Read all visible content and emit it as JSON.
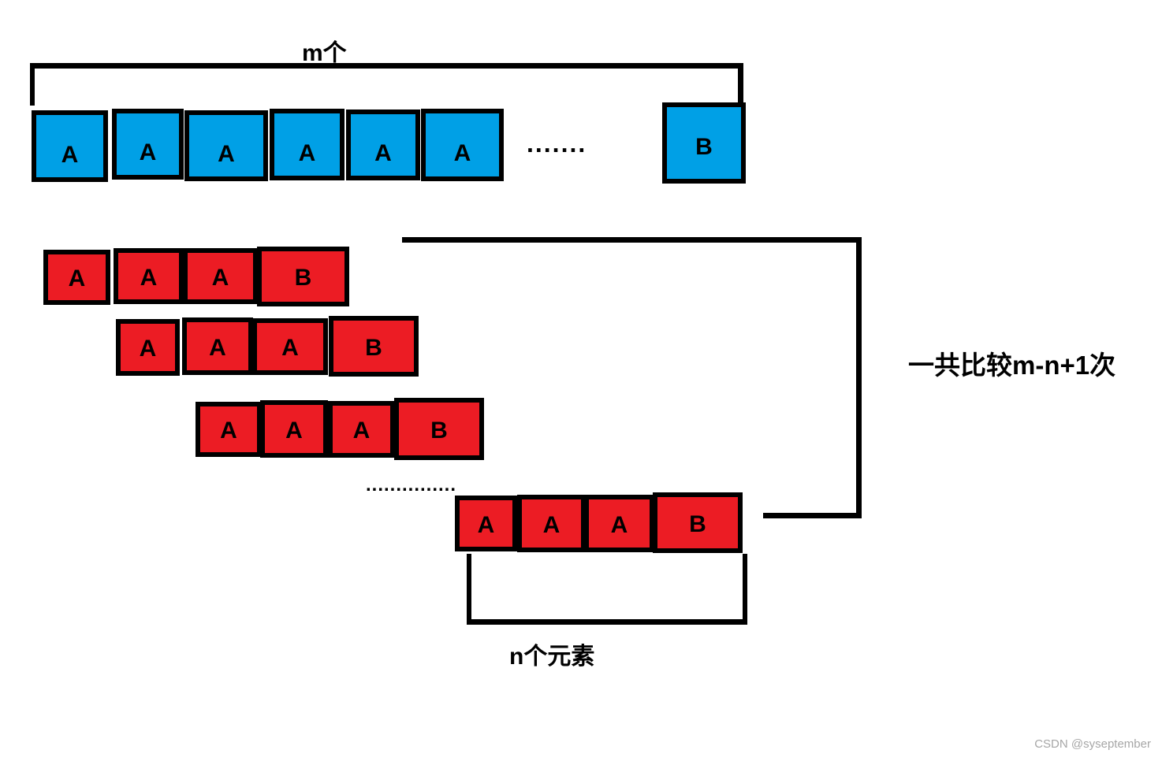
{
  "colors": {
    "array_box_blue": "#00A0E6",
    "pattern_box_red": "#EC1C24",
    "line_black": "#000000",
    "watermark_gray": "#a6a6a6"
  },
  "top_section": {
    "bracket_label": "m个",
    "boxes": [
      "A",
      "A",
      "A",
      "A",
      "A",
      "A"
    ],
    "ellipsis": ".......",
    "tail_box": "B"
  },
  "pattern_rows": [
    {
      "cells": [
        "A",
        "A",
        "A",
        "B"
      ]
    },
    {
      "cells": [
        "A",
        "A",
        "A",
        "B"
      ]
    },
    {
      "cells": [
        "A",
        "A",
        "A",
        "B"
      ]
    },
    {
      "cells": [
        "A",
        "A",
        "A",
        "B"
      ]
    }
  ],
  "rows_ellipsis": "...............",
  "right_annotation": "一共比较m-n+1次",
  "bottom_bracket_label": "n个元素",
  "watermark": "CSDN @syseptember"
}
